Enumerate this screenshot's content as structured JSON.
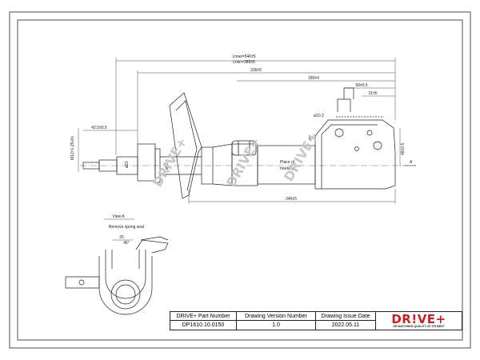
{
  "dimensions": {
    "lmax": "Lmax=546±5",
    "lmin": "Lmin=385±5",
    "d336": "336±5",
    "d180": "180±4",
    "d58": "58±0.5",
    "d31": "31±5",
    "d42": "42.5±0.5",
    "thread": "M12×1.25-6h",
    "d246": "246±5",
    "d48": "48±0.5",
    "angle": "45°",
    "d22": "ø22",
    "d50": "ø50",
    "hole": "ø10.2",
    "d25": "25",
    "a45": "45°"
  },
  "labels": {
    "place_of_marking": "Place of marking",
    "view_a": "View A",
    "remove_spring_seat": "Remove spring seat",
    "arrow_a": "A"
  },
  "watermark": "DRIVE+",
  "title_block": {
    "part_number_label": "DRIVE+ Part Number",
    "part_number": "DP1610.10.0150",
    "version_label": "Drawing Version  Number",
    "version": "1.0",
    "issue_date_label": "Drawing Issue Date",
    "issue_date": "2022.05.11",
    "logo_text": "DR!VE+",
    "logo_tagline": "OE MATCHING QUALITY AT ITS BEST"
  },
  "colors": {
    "line": "#222222",
    "brand_red": "#d71920",
    "watermark": "#c8c8c8"
  }
}
